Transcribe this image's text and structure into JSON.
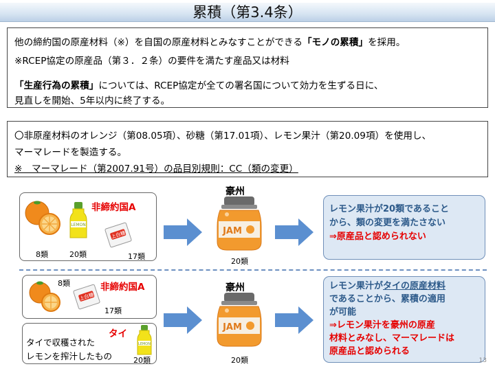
{
  "title": "累積（第3.4条）",
  "intro": {
    "line1_pre": "他の締約国の原産材料（※）を自国の原産材料とみなすことができる",
    "line1_bold": "「モノの累積」",
    "line1_post": "を採用。",
    "line2": "※RCEP協定の原産品（第３．２条）の要件を満たす産品又は材料",
    "line3_bold": "「生産行為の累積」",
    "line3_post": "については、RCEP協定が全ての署名国について効力を生ずる日に、",
    "line4": "見直しを開始、5年以内に終了する。"
  },
  "example": {
    "line1": "〇非原産材料のオレンジ（第08.05項）、砂糖（第17.01項）、レモン果汁（第20.09項）を使用し、",
    "line2": "マーマレードを製造する。",
    "line3": "※　マーマレード（第2007.91号）の品目別規則：CC（類の変更）"
  },
  "case1": {
    "party_label": "非締約国A",
    "orange_code": "8類",
    "lemon_code": "20類",
    "sugar_code": "17類",
    "lemon_tag": "LEMON",
    "sugar_tag": "上白糖",
    "dest_label": "豪州",
    "jam_text": "JAM",
    "jam_code": "20類",
    "result_line1": "レモン果汁が20類であること",
    "result_line2": "から、類の変更を満たさない",
    "result_line3": "⇒原産品と認められない"
  },
  "case2": {
    "party_label": "非締約国A",
    "orange_code": "8類",
    "sugar_code": "17類",
    "sugar_tag": "上白糖",
    "thai_label": "タイ",
    "thai_line1": "タイで収穫された",
    "thai_line2": "レモンを搾汁したもの",
    "lemon_code": "20類",
    "lemon_tag": "LEMON",
    "dest_label": "豪州",
    "jam_text": "JAM",
    "jam_code": "20類",
    "result_line1_pre": "レモン果汁が",
    "result_line1_ul": "タイの原産材料",
    "result_line2": "であることから、累積の適用",
    "result_line3": "が可能",
    "result_line4": "⇒レモン果汁を豪州の原産",
    "result_line5": "材料とみなし、マーマレードは",
    "result_line6": "原産品と認められる"
  },
  "page_number": "13",
  "colors": {
    "title_bar": "#d6e4f2",
    "result_fill": "#dde8f4",
    "result_text": "#2d5a8a",
    "accent_red": "#e60000",
    "arrow": "#5b8fd0",
    "orange": "#f08a1c",
    "lemon": "#f2e21a"
  }
}
